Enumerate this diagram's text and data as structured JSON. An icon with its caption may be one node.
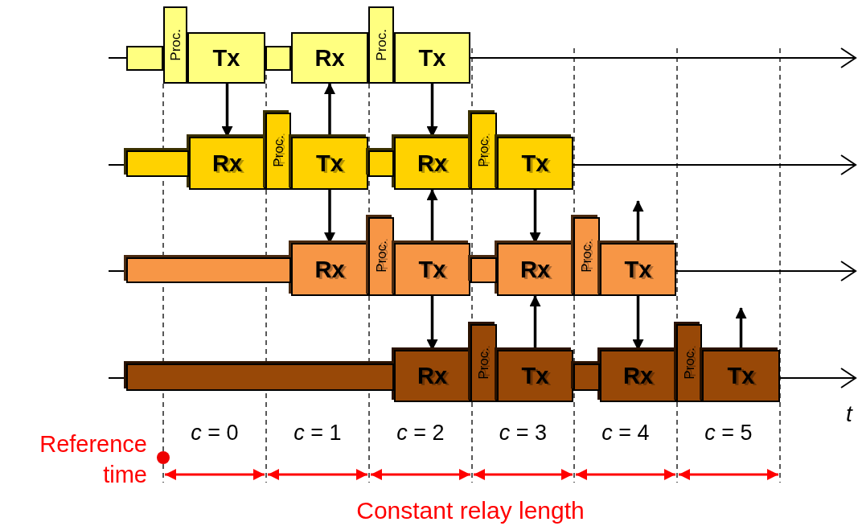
{
  "diagram": {
    "nodes": [
      {
        "text": [
          "Proc."
        ]
      },
      {
        "text": [
          "Tx"
        ]
      },
      {
        "text": [
          "Rx"
        ]
      },
      {
        "text": [
          "Proc."
        ]
      },
      {
        "text": [
          "Tx"
        ]
      },
      {
        "text": [
          "Rx"
        ]
      },
      {
        "text": [
          "Proc."
        ]
      },
      {
        "text": [
          "Tx"
        ]
      },
      {
        "text": [
          "Rx"
        ]
      },
      {
        "text": [
          "Proc."
        ]
      },
      {
        "text": [
          "Tx"
        ]
      },
      {
        "text": [
          "Rx"
        ]
      },
      {
        "text": [
          "Proc."
        ]
      },
      {
        "text": [
          "Tx"
        ]
      },
      {
        "text": [
          "Rx"
        ]
      },
      {
        "text": [
          "Proc."
        ]
      },
      {
        "text": [
          "Tx"
        ]
      },
      {
        "text": [
          "Rx"
        ]
      },
      {
        "text": [
          "Proc."
        ]
      },
      {
        "text": [
          "Tx"
        ]
      },
      {
        "text": [
          "Rx"
        ]
      },
      {
        "text": [
          "Proc."
        ]
      },
      {
        "text": [
          "Tx"
        ]
      },
      {
        "text": [],
        "shape": "bar"
      },
      {
        "text": [],
        "shape": "bar"
      },
      {
        "text": [],
        "shape": "bar"
      },
      {
        "text": [],
        "shape": "bar"
      },
      {
        "text": [],
        "shape": "bar"
      },
      {
        "text": [],
        "shape": "bar"
      },
      {
        "text": [],
        "shape": "bar"
      },
      {
        "text": [],
        "shape": "bar"
      }
    ],
    "edges": [
      {
        "from": 1,
        "to": 5,
        "arrow": "to"
      },
      {
        "from": 7,
        "to": 2,
        "arrow": "to"
      },
      {
        "from": 4,
        "to": 8,
        "arrow": "to"
      },
      {
        "from": 7,
        "to": 11,
        "arrow": "to"
      },
      {
        "from": 13,
        "to": 8,
        "arrow": "to"
      },
      {
        "from": 10,
        "to": 14,
        "arrow": "to"
      },
      {
        "from": 16,
        "to": null,
        "arrow": "to"
      },
      {
        "from": 13,
        "to": 17,
        "arrow": "to"
      },
      {
        "from": 19,
        "to": 14,
        "arrow": "to"
      },
      {
        "from": 16,
        "to": 20,
        "arrow": "to"
      },
      {
        "from": 22,
        "to": null,
        "arrow": "to"
      }
    ],
    "labels": [
      "t",
      "*c* = 0",
      "*c* = 1",
      "*c* = 2",
      "*c* = 3",
      "*c* = 4",
      "*c* = 5",
      "Reference time",
      "Constant relay length"
    ]
  }
}
